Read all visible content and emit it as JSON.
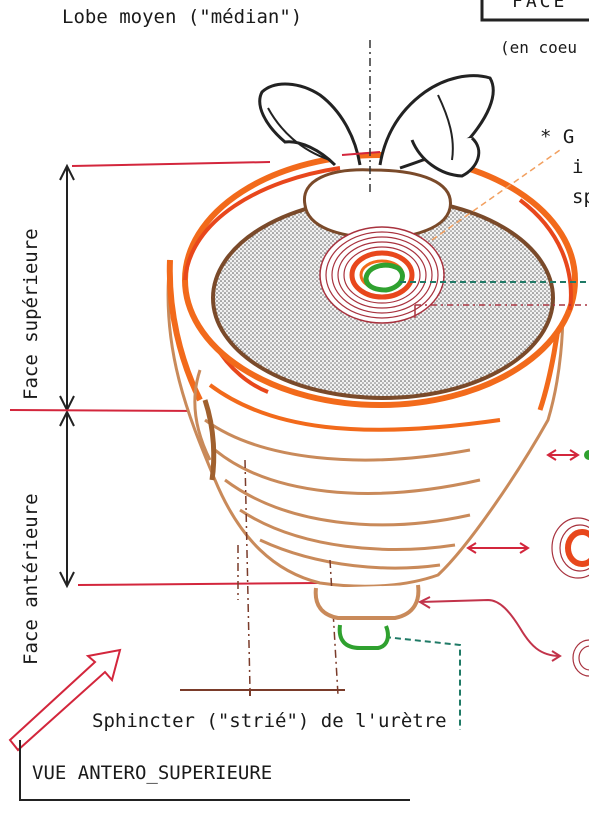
{
  "labels": {
    "lobe_moyen": "Lobe moyen (\"médian\")",
    "face_partial": "FACE",
    "en_coeur_partial": "(en coeu",
    "note_line1": "* G",
    "note_line2": "i",
    "note_line3": "sp",
    "face_superieure": "Face supérieure",
    "face_anterieure": "Face antérieure",
    "sphincter": "Sphincter (\"strié\") de l'urètre",
    "vue": "VUE ANTERO_SUPERIEURE"
  },
  "colors": {
    "orange": "#f26a1b",
    "red_orange": "#e8471c",
    "brown": "#7a4a2a",
    "tan": "#c98a5a",
    "crimson": "#d3263c",
    "green": "#2fa12f",
    "teal": "#1f7a66",
    "black": "#222222"
  }
}
